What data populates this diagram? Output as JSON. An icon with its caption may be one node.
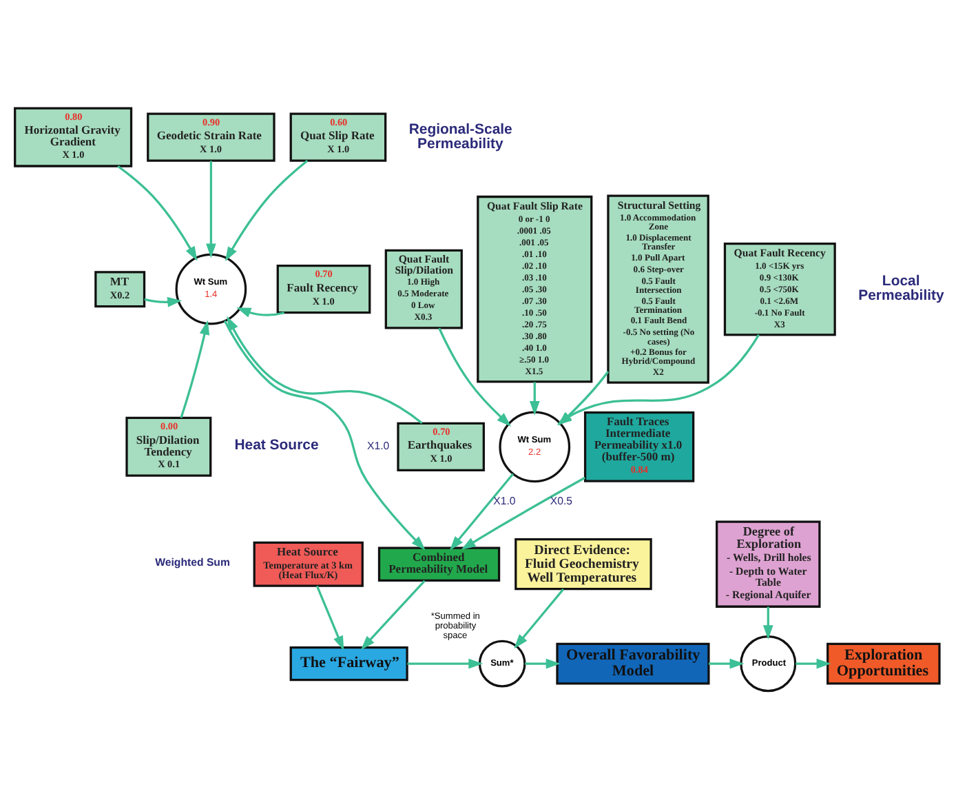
{
  "diagram": {
    "nodes": [
      {
        "text": [
          "Structural Setting",
          "1.0 Accommodation Zone",
          "1.0 Displacement Transfer",
          "1.0 Pull Apart",
          "0.6 Step-over",
          "0.5 Fault Intersection",
          "0.5 Fault Termination",
          "0.1 Fault Bend",
          "-0.5 No setting (No cases)",
          "+0.2 Bonus for Hybrid/Compound",
          "X2"
        ]
      },
      {
        "text": [
          "Quat Fault Recency",
          "1.0 <15K yrs",
          "0.9 <130K",
          "0.5 <750K",
          "0.1 <2.6M",
          "-0.1 No Fault",
          "X3"
        ]
      },
      {
        "text": [
          "Quat Fault Slip/Dilation",
          "1.0 High",
          "0.5 Moderate",
          "0 Low",
          "X0.3"
        ]
      },
      {
        "text": [
          "Quat Fault Slip Rate",
          "0 or -1 0",
          ".0001 .05",
          ".001 .05",
          ".01 .10",
          ".02 .10",
          ".03 .10",
          ".05 .30",
          ".07 .30",
          ".10 .50",
          ".20 .75",
          ".30 .80",
          ".40 1.0",
          "≥.50 1.0",
          "X1.5"
        ]
      },
      {
        "text": [
          "Wt Sum",
          "2.2"
        ]
      },
      {
        "text": [
          "Fault Traces Intermediate Permeability x1.0 (buffer-500 m)",
          "0.84"
        ]
      },
      {
        "text": [
          "0.80",
          "Horizontal Gravity Gradient",
          "X 1.0"
        ]
      },
      {
        "text": [
          "0.90",
          "Geodetic Strain Rate",
          "X 1.0"
        ]
      },
      {
        "text": [
          "0.60",
          "Quat Slip Rate",
          "X 1.0"
        ]
      },
      {
        "text": [
          "MT",
          "X0.2"
        ]
      },
      {
        "text": [
          "0.70",
          "Fault Recency",
          "X 1.0"
        ]
      },
      {
        "text": [
          "Wt Sum",
          "1.4"
        ]
      },
      {
        "text": [
          "0.70",
          "Earthquakes",
          "X 1.0"
        ]
      },
      {
        "text": [
          "0.00",
          "Slip/Dilation Tendency",
          "X 0.1"
        ]
      },
      {
        "text": [
          "Heat Source",
          "Temperature at 3 km (Heat Flux/K)"
        ]
      },
      {
        "text": [
          "Combined Permeability Model"
        ]
      },
      {
        "text": [
          "Direct Evidence: Fluid Geochemistry Well Temperatures"
        ]
      },
      {
        "text": [
          "Degree of Exploration",
          "- Wells, Drill holes",
          "- Depth to Water Table",
          "- Regional Aquifer"
        ]
      },
      {
        "text": [
          "The “Fairway”"
        ]
      },
      {
        "text": [
          "Sum*"
        ],
        "beside": [
          "*Summed in probability space"
        ]
      },
      {
        "text": [
          "Overall Favorability Model"
        ]
      },
      {
        "text": [
          "Product"
        ]
      },
      {
        "text": [
          "Exploration Opportunities"
        ]
      }
    ],
    "edges": [
      {
        "from": 0,
        "to": 4,
        "arrow": "to"
      },
      {
        "from": 1,
        "to": 4,
        "arrow": "to"
      },
      {
        "from": 2,
        "to": 4,
        "arrow": "to"
      },
      {
        "from": 3,
        "to": 4,
        "arrow": "to"
      },
      {
        "from": 4,
        "to": 15,
        "arrow": "to",
        "label": "X1.0"
      },
      {
        "from": 5,
        "to": 15,
        "arrow": "to",
        "label": "X0.5"
      },
      {
        "from": 6,
        "to": 11,
        "arrow": "to"
      },
      {
        "from": 7,
        "to": 11,
        "arrow": "to"
      },
      {
        "from": 8,
        "to": 11,
        "arrow": "to"
      },
      {
        "from": 9,
        "to": 11,
        "arrow": "to"
      },
      {
        "from": 10,
        "to": 11,
        "arrow": "to"
      },
      {
        "from": 12,
        "to": 11,
        "arrow": "to"
      },
      {
        "from": 13,
        "to": 11,
        "arrow": "to"
      },
      {
        "from": 11,
        "to": 15,
        "arrow": "to",
        "label": "X1.0"
      },
      {
        "from": 14,
        "to": 18,
        "arrow": "to"
      },
      {
        "from": 15,
        "to": 18,
        "arrow": "to"
      },
      {
        "from": 18,
        "to": 19,
        "arrow": "to"
      },
      {
        "from": 16,
        "to": 19,
        "arrow": "to"
      },
      {
        "from": 19,
        "to": 20,
        "arrow": "to"
      },
      {
        "from": 20,
        "to": 21,
        "arrow": "to"
      },
      {
        "from": 17,
        "to": 21,
        "arrow": "to"
      },
      {
        "from": 21,
        "to": 22,
        "arrow": "to"
      }
    ],
    "labels": [
      "Local Permeability",
      "Regional-Scale Permeability",
      "Heat Source",
      "Weighted Sum"
    ]
  }
}
